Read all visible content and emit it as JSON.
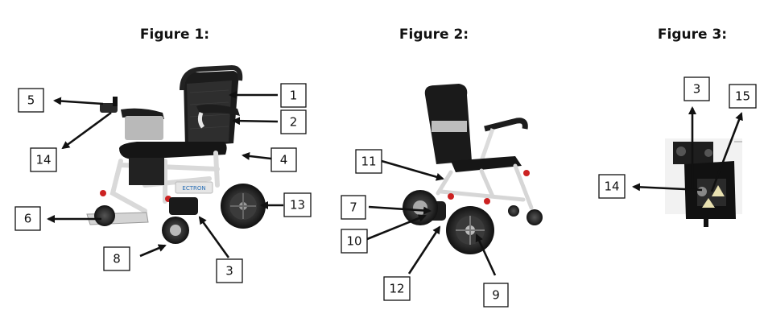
{
  "figures": [
    {
      "title": "Figure 1:"
    },
    {
      "title": "Figure 2:"
    },
    {
      "title": "Figure 3:"
    }
  ],
  "callouts": {
    "fig1": [
      "1",
      "2",
      "4",
      "13",
      "3",
      "8",
      "6",
      "14",
      "5"
    ],
    "fig2": [
      "11",
      "7",
      "10",
      "12",
      "9"
    ],
    "fig3": [
      "3",
      "15",
      "14"
    ]
  },
  "frame_brand_text": "ECTRON"
}
